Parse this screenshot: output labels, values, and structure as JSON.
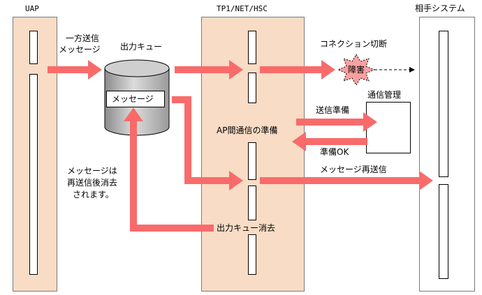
{
  "columns": {
    "uap": "UAP",
    "tp1": "TP1/NET/HSC",
    "partner": "相手システム"
  },
  "labels": {
    "oneway_msg_line1": "一方送信",
    "oneway_msg_line2": "メッセージ",
    "output_queue": "出力キュー",
    "queue_message": "メッセージ",
    "connection_cut": "コネクション切断",
    "failure": "障害",
    "comm_management": "通信管理",
    "send_ready": "送信準備",
    "ap_comm_prep": "AP間通信の準備",
    "ready_ok": "準備OK",
    "msg_resend": "メッセージ再送信",
    "resend_note_line1": "メッセージは",
    "resend_note_line2": "再送信後消去",
    "resend_note_line3": "されます。",
    "queue_delete": "出力キュー消去"
  },
  "colors": {
    "arrow": "#f96b6b",
    "column_fill": "#f8dcc5",
    "failure_fill": "#f9a0a0"
  }
}
